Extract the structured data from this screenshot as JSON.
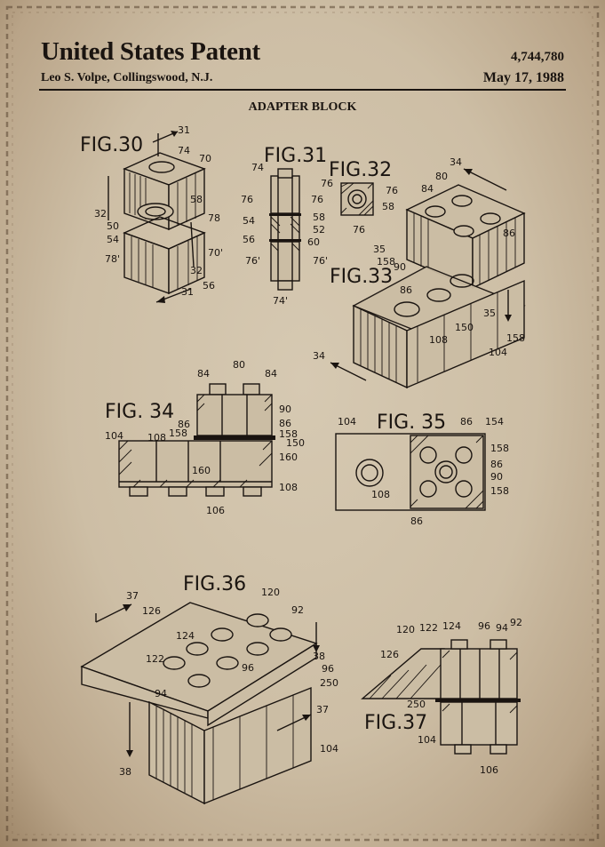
{
  "header": {
    "title": "United States Patent",
    "patent_number": "4,744,780",
    "inventor": "Leo S. Volpe, Collingswood, N.J.",
    "date": "May 17, 1988"
  },
  "subtitle": "ADAPTER BLOCK",
  "figures": {
    "fig30": {
      "label": "FIG.30",
      "refs": [
        "31",
        "74",
        "70",
        "32",
        "58",
        "78",
        "50",
        "54",
        "78'",
        "70'",
        "32",
        "56",
        "31"
      ]
    },
    "fig31": {
      "label": "FIG.31",
      "refs": [
        "74",
        "76",
        "76",
        "54",
        "58",
        "52",
        "56",
        "60",
        "76'",
        "76'",
        "74'"
      ]
    },
    "fig32": {
      "label": "FIG.32",
      "refs": [
        "76",
        "76",
        "58",
        "76"
      ]
    },
    "fig33": {
      "label": "FIG.33",
      "refs": [
        "34",
        "80",
        "84",
        "86",
        "35",
        "158",
        "90",
        "86",
        "108",
        "150",
        "35",
        "158",
        "104",
        "34"
      ]
    },
    "fig34": {
      "label": "FIG. 34",
      "refs": [
        "84",
        "80",
        "84",
        "90",
        "86",
        "86",
        "158",
        "158",
        "150",
        "104",
        "108",
        "160",
        "160",
        "108",
        "106"
      ]
    },
    "fig35": {
      "label": "FIG. 35",
      "refs": [
        "104",
        "86",
        "154",
        "158",
        "86",
        "90",
        "158",
        "108",
        "86"
      ]
    },
    "fig36": {
      "label": "FIG.36",
      "refs": [
        "37",
        "120",
        "92",
        "126",
        "124",
        "38",
        "122",
        "96",
        "96",
        "250",
        "94",
        "37",
        "104",
        "38"
      ]
    },
    "fig37": {
      "label": "FIG.37",
      "refs": [
        "120",
        "122",
        "124",
        "96",
        "94",
        "92",
        "126",
        "250",
        "104",
        "106"
      ]
    }
  }
}
